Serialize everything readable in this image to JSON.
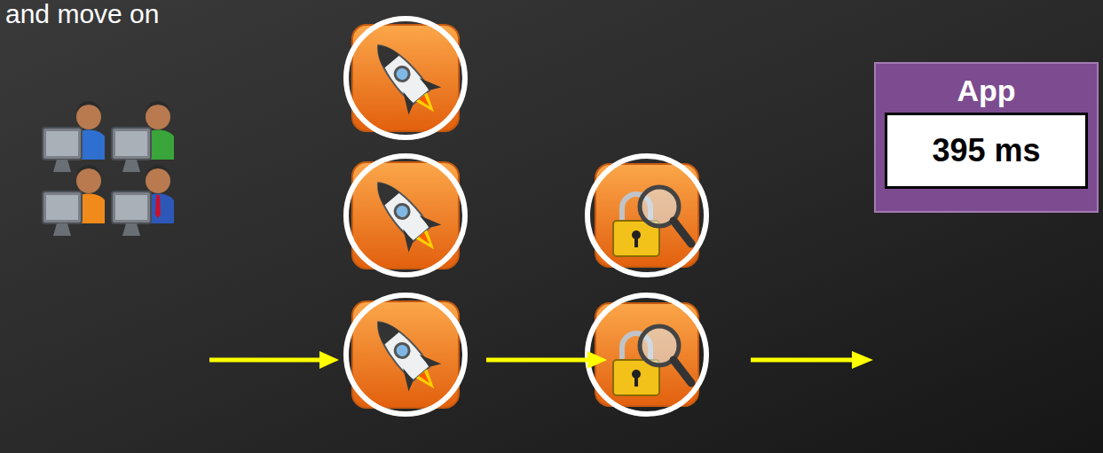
{
  "diagram": {
    "nodes": [
      {
        "text": [
          "App"
        ]
      },
      {
        "text": [
          "395 ms"
        ],
        "in": 0
      }
    ],
    "labels": [
      "and move on"
    ]
  }
}
